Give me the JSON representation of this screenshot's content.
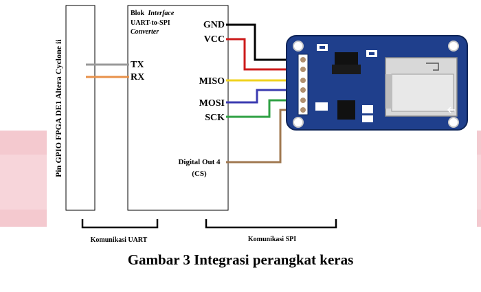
{
  "fpga_block": {
    "label": "Pin GPIO FPGA DE1 Altera Cyclone ii"
  },
  "converter_block": {
    "title_line1": "Blok",
    "title_italic": "Interface",
    "title_line2": "UART-to-SPI",
    "title_line3": "Converter"
  },
  "uart_pins": {
    "tx": "TX",
    "rx": "RX"
  },
  "spi_pins": {
    "gnd": "GND",
    "vcc": "VCC",
    "miso": "MISO",
    "mosi": "MOSI",
    "sck": "SCK",
    "cs_line1": "Digital Out 4",
    "cs_line2": "(CS)"
  },
  "brackets": {
    "uart": "Komunikasi UART",
    "spi": "Komunikasi SPI"
  },
  "caption": "Gambar 3 Integrasi perangkat keras",
  "colors": {
    "gnd_wire": "#000000",
    "vcc_wire": "#cc1a1a",
    "miso_wire": "#f0d21e",
    "mosi_wire": "#3b3bb0",
    "sck_wire": "#2ea043",
    "cs_wire": "#a07850",
    "tx_wire": "#999999",
    "rx_wire": "#e8914a",
    "board": "#1f3f8c",
    "accent_band": "#f4c9cf"
  }
}
